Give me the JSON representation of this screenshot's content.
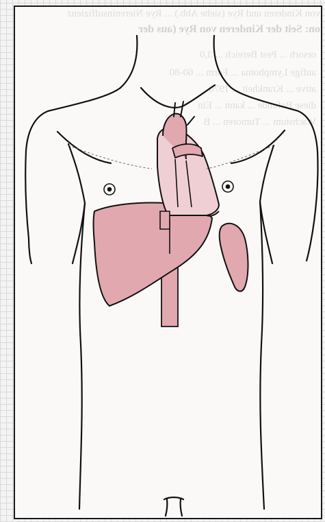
{
  "figure": {
    "show_through_lines": [
      "von Kinderen und Rye (siehe Abb.) ... Rye Niereninsuffizienz",
      "on: Seit der Kinderen von Rye (aus der",
      "orsorh ... Pest Bereich ... 3,0",
      "aufige Lymphoma ... Form ... 60-80",
      "ative ... Krankheit ... 1970",
      "diese Befunde ... kann ... Ein",
      "Wachstum ... Tumoren ... B"
    ],
    "colors": {
      "organ_fill": "#e1a8b0",
      "organ_light": "#f0cfd4",
      "outline": "#111111",
      "paper": "#fbf9f8"
    },
    "organs": [
      "heart",
      "liver",
      "spleen",
      "aorta"
    ]
  }
}
